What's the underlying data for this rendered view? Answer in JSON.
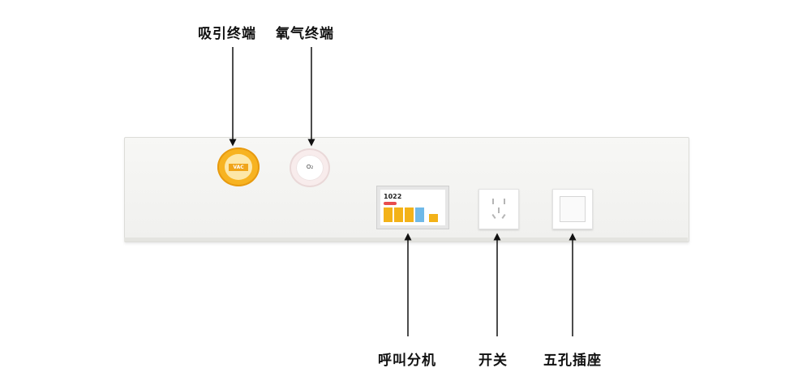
{
  "labels": {
    "suction_terminal": "吸引终端",
    "oxygen_terminal": "氧气终端",
    "nurse_call_unit": "呼叫分机",
    "switch": "开关",
    "five_hole_socket": "五孔插座"
  },
  "device_text": {
    "vac": "VAC",
    "o2": "O₂",
    "call_room_number": "1022"
  },
  "colors": {
    "suction_yellow": "#f7b321",
    "oxygen_pink": "#f8ecec",
    "arrow": "#111111"
  }
}
